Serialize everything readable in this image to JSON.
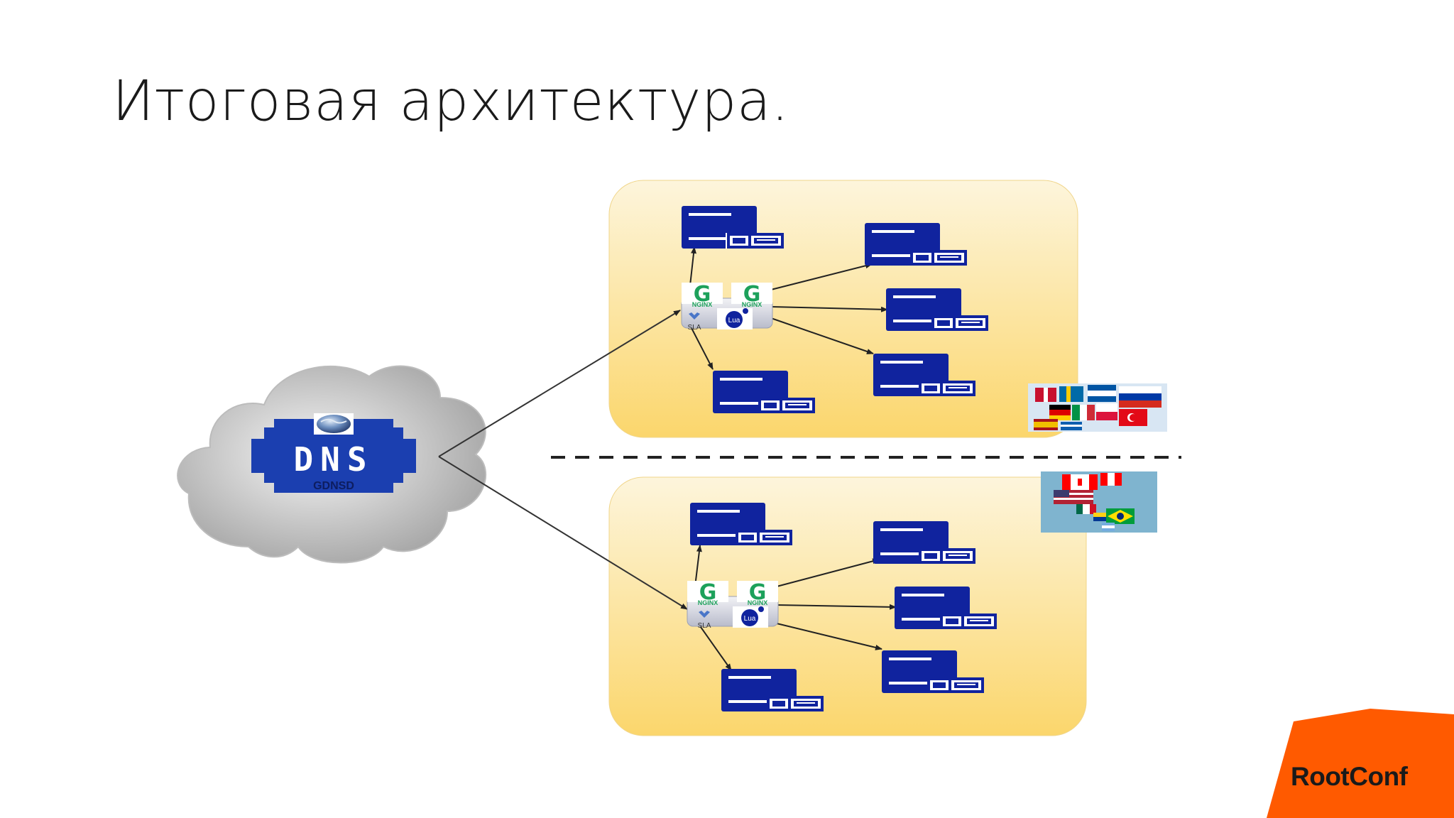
{
  "slide": {
    "title": "Итоговая архитектура."
  },
  "dns": {
    "label": "DNS",
    "sublabel": "GDNSD",
    "icon": "globe-icon"
  },
  "balancer": {
    "nginx_label": "NGINX",
    "lua_label": "Lua",
    "sla_label": "SLA"
  },
  "regions": [
    {
      "name": "europe",
      "flag_map": "europe-flags-map",
      "servers": 5
    },
    {
      "name": "americas",
      "flag_map": "americas-flags-map",
      "servers": 5
    }
  ],
  "brand": {
    "name": "RootConf",
    "color": "#ff5a00"
  },
  "colors": {
    "server": "#10239e",
    "zone_top": "#fdf3d3",
    "zone_bottom": "#fbd56a",
    "nginx": "#1da15b"
  }
}
